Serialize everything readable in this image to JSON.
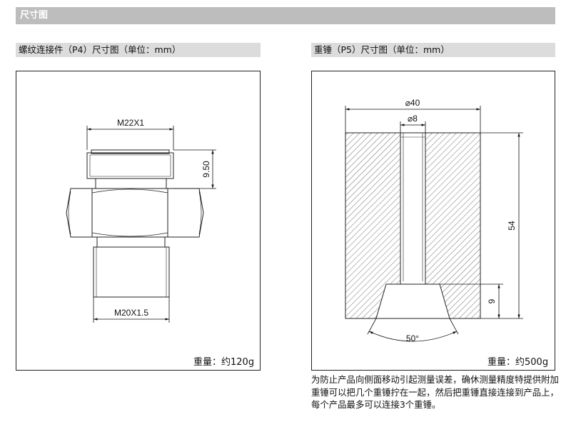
{
  "page": {
    "title": "尺寸图"
  },
  "left": {
    "heading": "螺纹连接件（P4）尺寸图（单位：mm）",
    "dims": {
      "top_thread": "M22X1",
      "height": "9.50",
      "bottom_thread": "M20X1.5"
    },
    "weight": "重量：约120g"
  },
  "right": {
    "heading": "重锤（P5）尺寸图（单位：mm）",
    "dims": {
      "outer_dia": "⌀40",
      "hole_dia": "⌀8",
      "height": "54",
      "counterbore": "9",
      "angle": "50°"
    },
    "weight": "重量：约500g",
    "note": "为防止产品向侧面移动引起测量误差，确休测量精度特提供附加重锤可以把几个重锤拧在一起，然后把重锤直接连接到产品上，每个产品最多可以连接3个重锤。"
  }
}
